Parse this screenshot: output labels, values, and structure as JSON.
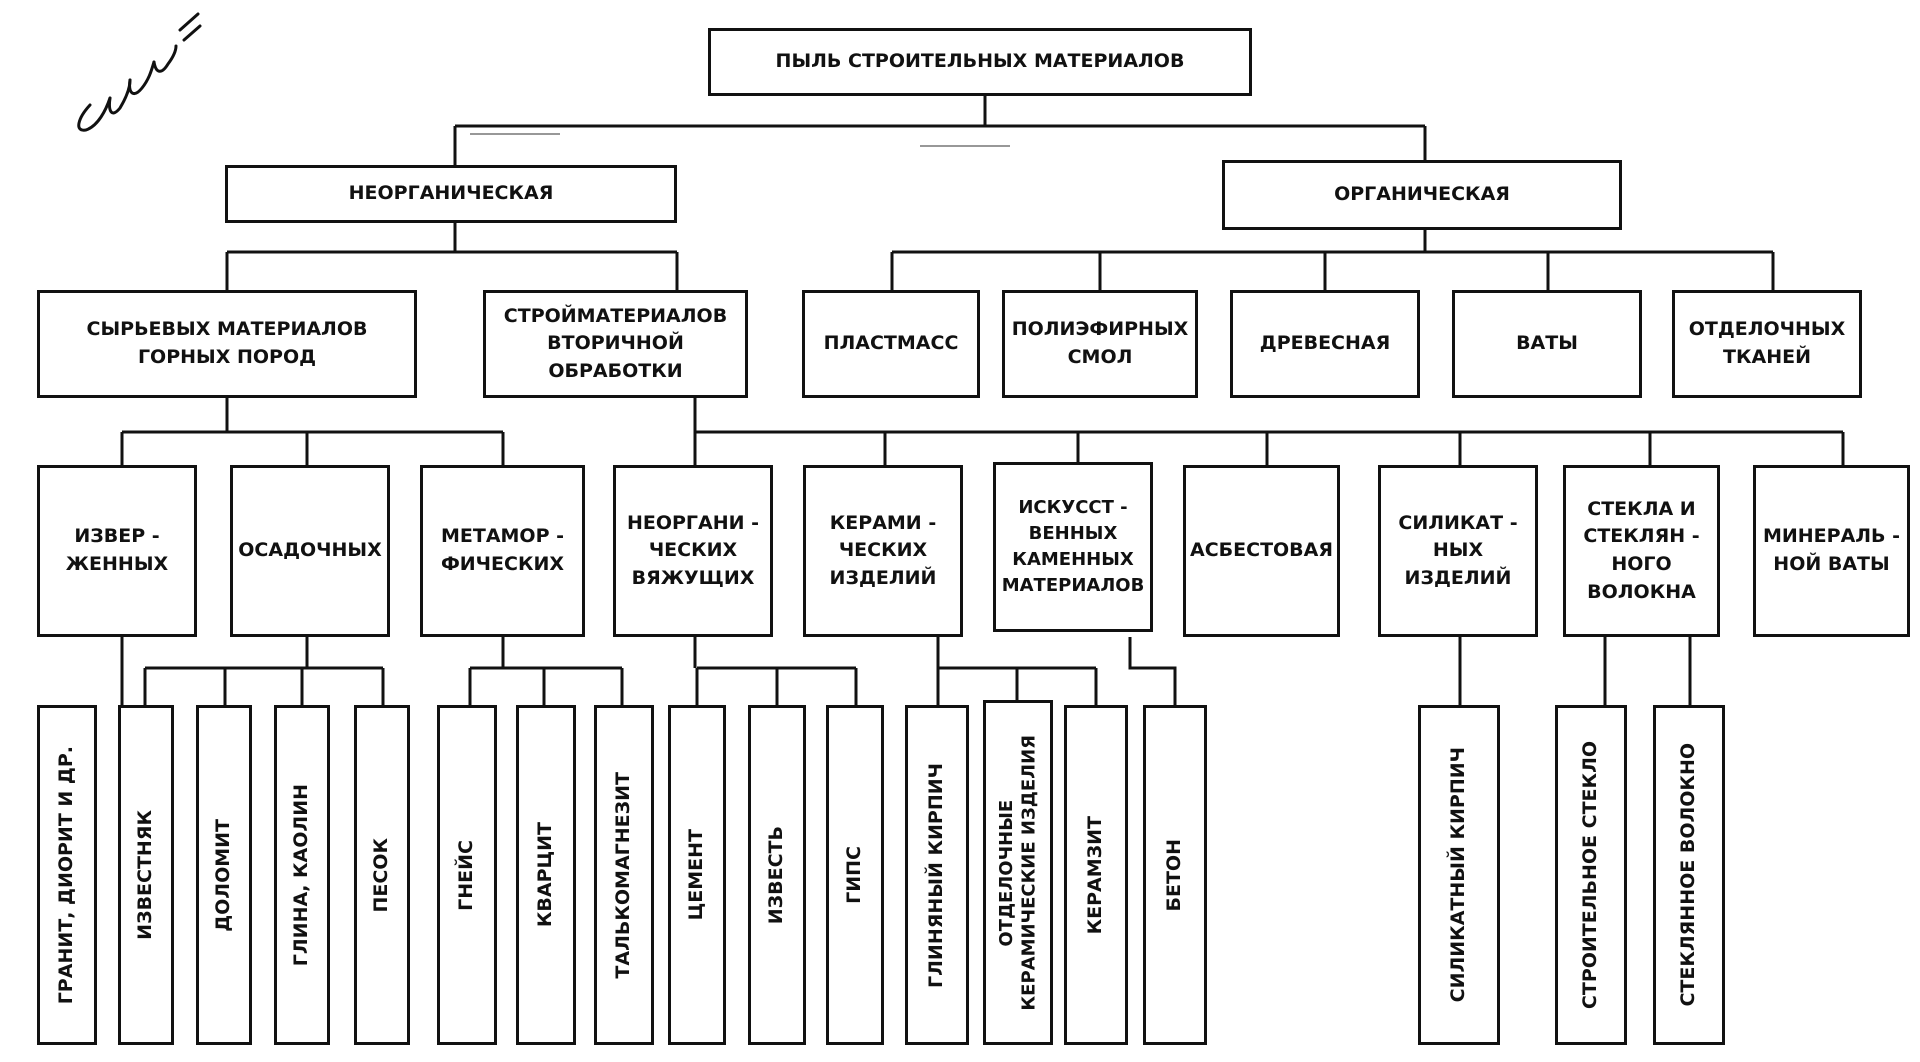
{
  "root": "ПЫЛЬ СТРОИТЕЛЬНЫХ МАТЕРИАЛОВ",
  "level1": {
    "inorganic": "НЕОРГАНИЧЕСКАЯ",
    "organic": "ОРГАНИЧЕСКАЯ"
  },
  "inorganic_groups": {
    "raw": "СЫРЬЕВЫХ МАТЕРИАЛОВ\nГОРНЫХ ПОРОД",
    "secondary": "СТРОЙМАТЕРИАЛОВ\nВТОРИЧНОЙ\nОБРАБОТКИ"
  },
  "organic_items": [
    "ПЛАСТМАСС",
    "ПОЛИЭФИРНЫХ\nСМОЛ",
    "ДРЕВЕСНАЯ",
    "ВАТЫ",
    "ОТДЕЛОЧНЫХ\nТКАНЕЙ"
  ],
  "rock_types": [
    "ИЗВЕР -\nЖЕННЫХ",
    "ОСАДОЧНЫХ",
    "МЕТАМОР -\nФИЧЕСКИХ"
  ],
  "secondary_types": [
    "НЕОРГАНИ -\nЧЕСКИХ\nВЯЖУЩИХ",
    "КЕРАМИ -\nЧЕСКИХ\nИЗДЕЛИЙ",
    "ИСКУССТ -\nВЕННЫХ\nКАМЕННЫХ\nМАТЕРИАЛОВ",
    "АСБЕСТОВАЯ",
    "СИЛИКАТ -\nНЫХ\nИЗДЕЛИЙ",
    "СТЕКЛА И\nСТЕКЛЯН -\nНОГО\nВОЛОКНА",
    "МИНЕРАЛЬ -\nНОЙ ВАТЫ"
  ],
  "leaves": {
    "igneous": [
      "ГРАНИТ, ДИОРИТ И ДР."
    ],
    "sedimentary": [
      "ИЗВЕСТНЯК",
      "ДОЛОМИТ",
      "ГЛИНА, КАОЛИН",
      "ПЕСОК"
    ],
    "metamorphic": [
      "ГНЕЙС",
      "КВАРЦИТ",
      "ТАЛЬКОМАГНЕЗИТ"
    ],
    "binders": [
      "ЦЕМЕНТ",
      "ИЗВЕСТЬ",
      "ГИПС"
    ],
    "ceramics": [
      "ГЛИНЯНЫЙ КИРПИЧ",
      "ОТДЕЛОЧНЫЕ\nКЕРАМИЧЕСКИЕ ИЗДЕЛИЯ",
      "КЕРАМЗИТ"
    ],
    "artificial_stone": [
      "БЕТОН"
    ],
    "silicate": [
      "СИЛИКАТНЫЙ КИРПИЧ"
    ],
    "glass": [
      "СТРОИТЕЛЬНОЕ СТЕКЛО",
      "СТЕКЛЯННОЕ ВОЛОКНО"
    ]
  }
}
